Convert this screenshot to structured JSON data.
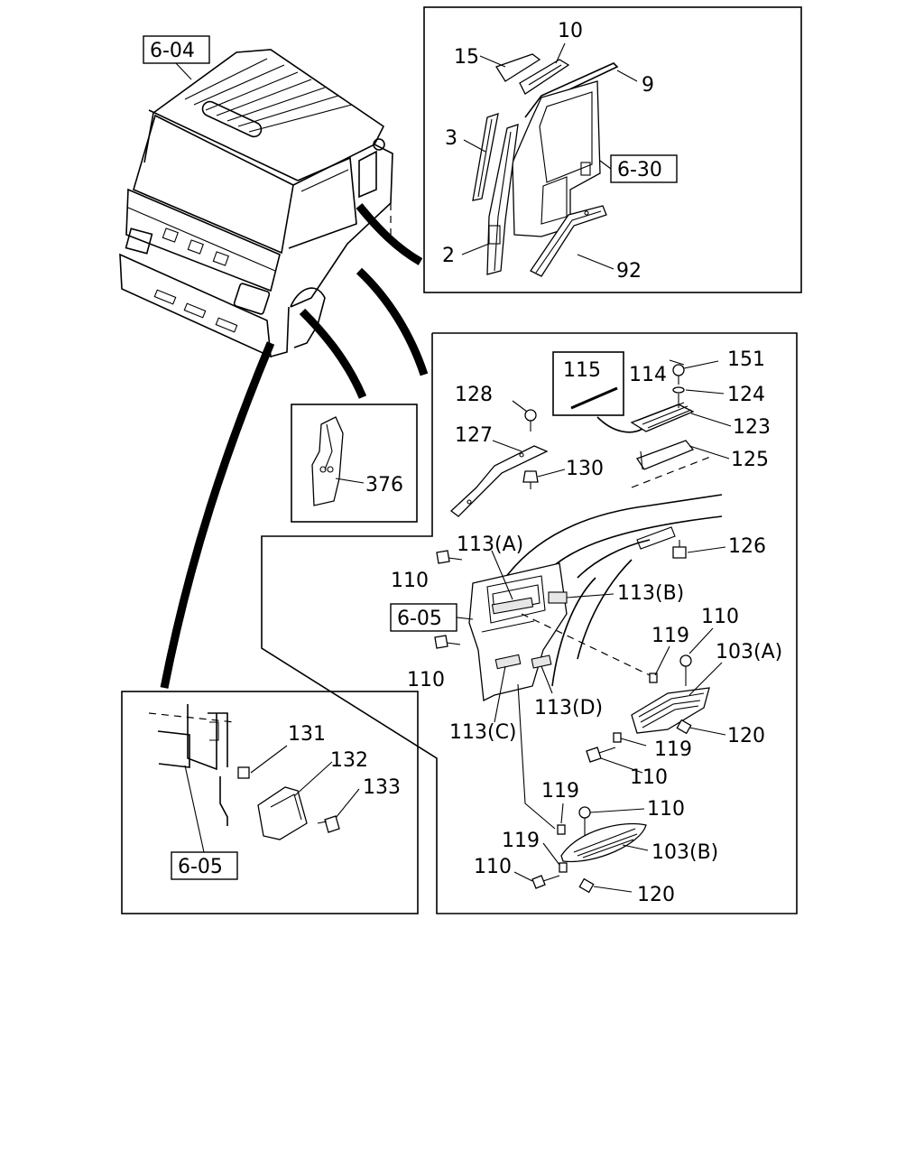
{
  "ref_tags": {
    "cab": "6-04",
    "door": "6-30",
    "step_panel": "6-05",
    "step_panel_detail": "6-05"
  },
  "labels": {
    "p15": "15",
    "p10": "10",
    "p9": "9",
    "p3": "3",
    "p2": "2",
    "p92": "92",
    "p376": "376",
    "p115": "115",
    "p114": "114",
    "p151": "151",
    "p124": "124",
    "p123": "123",
    "p125": "125",
    "p128": "128",
    "p127": "127",
    "p130": "130",
    "p126": "126",
    "p113a": "113(A)",
    "p113b": "113(B)",
    "p113c": "113(C)",
    "p113d": "113(D)",
    "p110_a": "110",
    "p110_b": "110",
    "p110_c": "110",
    "p110_d": "110",
    "p110_e": "110",
    "p110_f": "110",
    "p119_a": "119",
    "p119_b": "119",
    "p119_c": "119",
    "p119_d": "119",
    "p103a": "103(A)",
    "p103b": "103(B)",
    "p120_a": "120",
    "p120_b": "120",
    "p131": "131",
    "p132": "132",
    "p133": "133"
  }
}
